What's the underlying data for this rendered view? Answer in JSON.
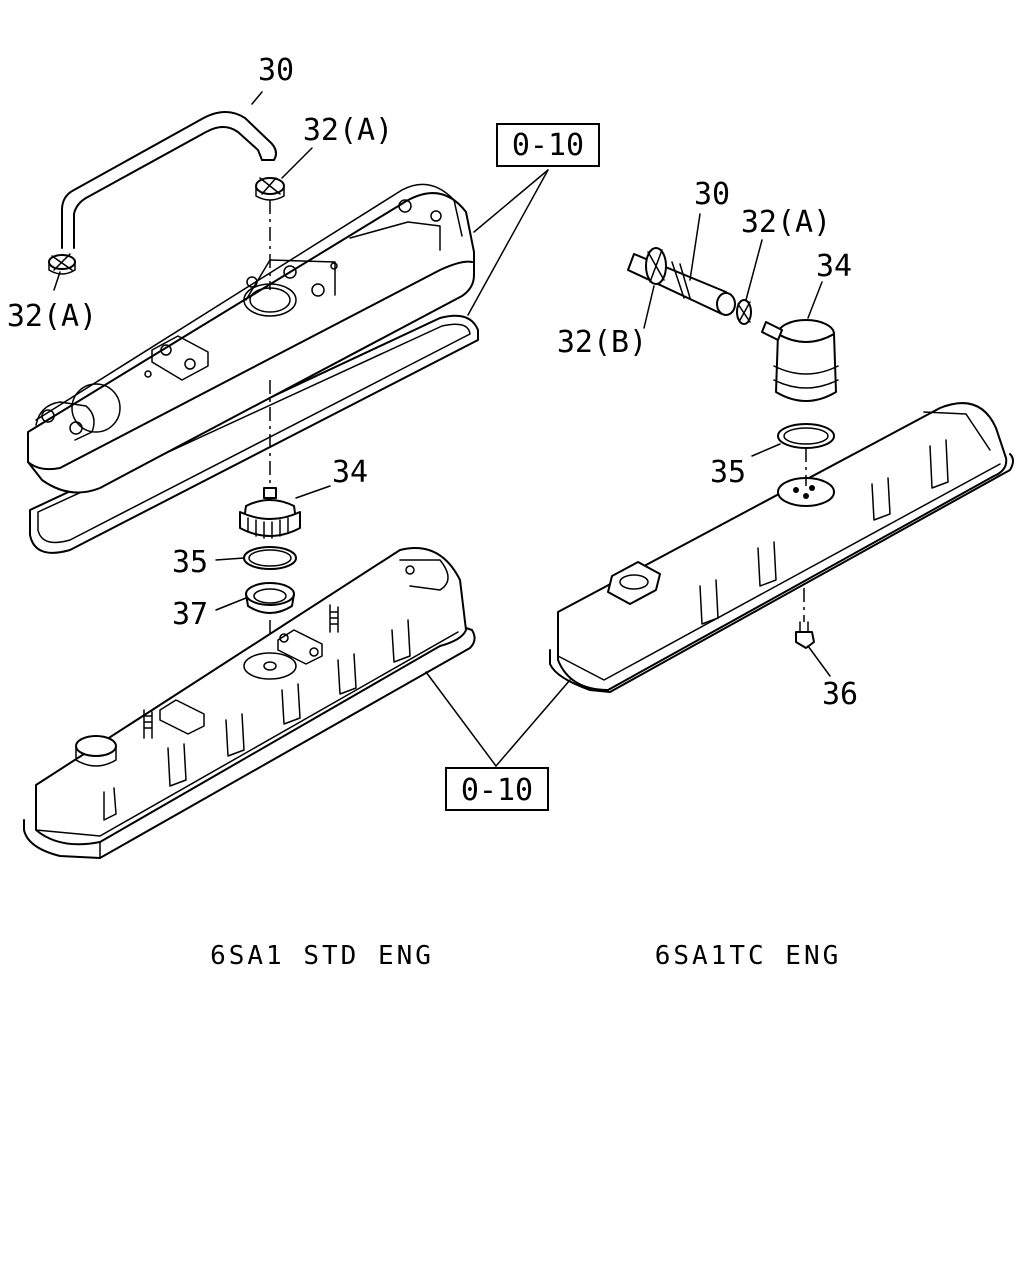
{
  "labels": {
    "hose_std": "30",
    "clamp_a_std_top": "32(A)",
    "clamp_a_std_left": "32(A)",
    "ref_box_top": "0-10",
    "valve_std": "34",
    "oring_std": "35",
    "seat_std": "37",
    "ref_box_bottom": "0-10",
    "pipe_tc": "30",
    "clamp_a_tc": "32(A)",
    "valve_tc": "34",
    "clamp_b_tc": "32(B)",
    "oring_tc": "35",
    "bolt_tc": "36"
  },
  "captions": {
    "left": "6SA1 STD ENG",
    "right": "6SA1TC ENG"
  }
}
